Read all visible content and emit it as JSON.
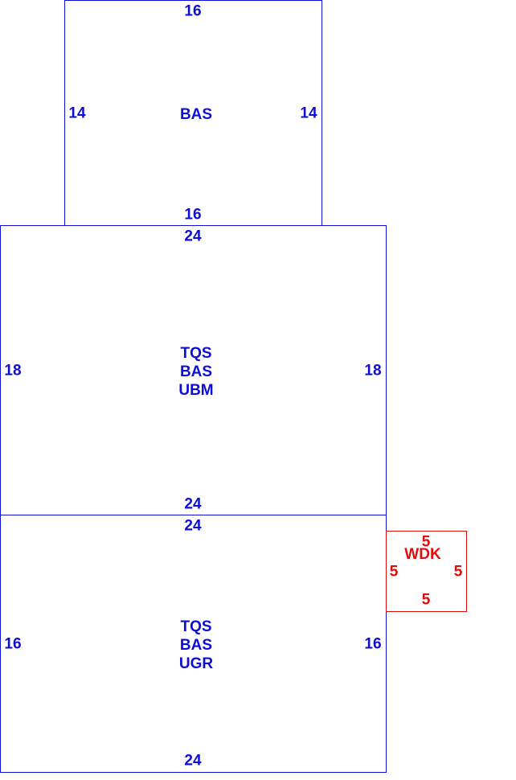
{
  "colors": {
    "structure": "#0d0dd6",
    "deck": "#e00d0d"
  },
  "areas": {
    "upper": {
      "codes": [
        "BAS"
      ],
      "dims": {
        "top": "16",
        "bottom": "16",
        "left": "14",
        "right": "14"
      }
    },
    "middle": {
      "codes": [
        "TQS",
        "BAS",
        "UBM"
      ],
      "dims": {
        "top": "24",
        "bottom": "24",
        "left": "18",
        "right": "18"
      }
    },
    "lower": {
      "codes": [
        "TQS",
        "BAS",
        "UGR"
      ],
      "dims": {
        "top": "24",
        "bottom": "24",
        "left": "16",
        "right": "16"
      }
    },
    "deck": {
      "codes": [
        "WDK"
      ],
      "dims": {
        "top": "5",
        "bottom": "5",
        "left": "5",
        "right": "5"
      }
    }
  }
}
